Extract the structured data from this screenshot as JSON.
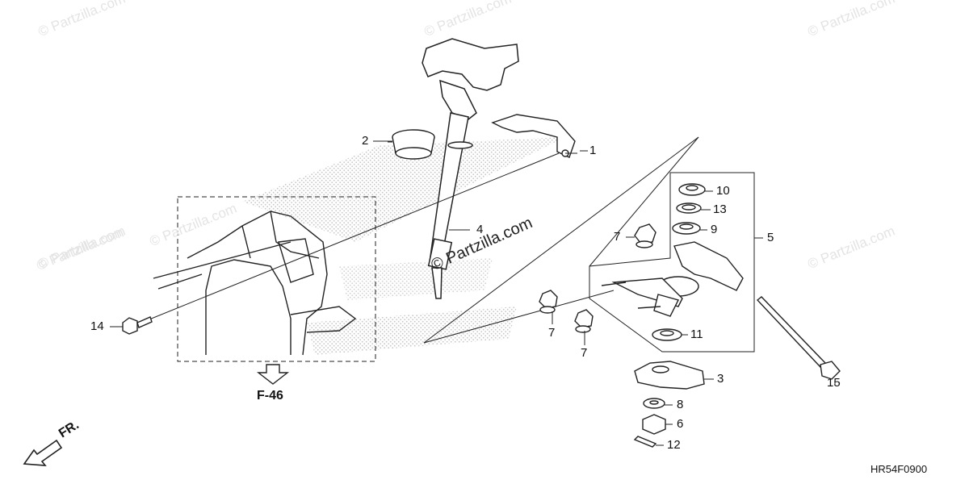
{
  "watermark": {
    "text": "© Partzilla.com",
    "center_text": "© Partzilla.com"
  },
  "callouts": {
    "c1": "1",
    "c2": "2",
    "c3": "3",
    "c4": "4",
    "c5": "5",
    "c6": "6",
    "c7a": "7",
    "c7b": "7",
    "c7c": "7",
    "c8": "8",
    "c9": "9",
    "c10": "10",
    "c11": "11",
    "c12": "12",
    "c13": "13",
    "c14": "14",
    "c15": "15"
  },
  "reference": {
    "label": "F-46",
    "arrow_icon": "outline-down-arrow-icon"
  },
  "front_indicator": {
    "label": "FR.",
    "arrow_icon": "outline-left-arrow-icon"
  },
  "diagram_code": "HR54F0900",
  "icons": {
    "logo": "stippled-wing-logo-icon"
  }
}
